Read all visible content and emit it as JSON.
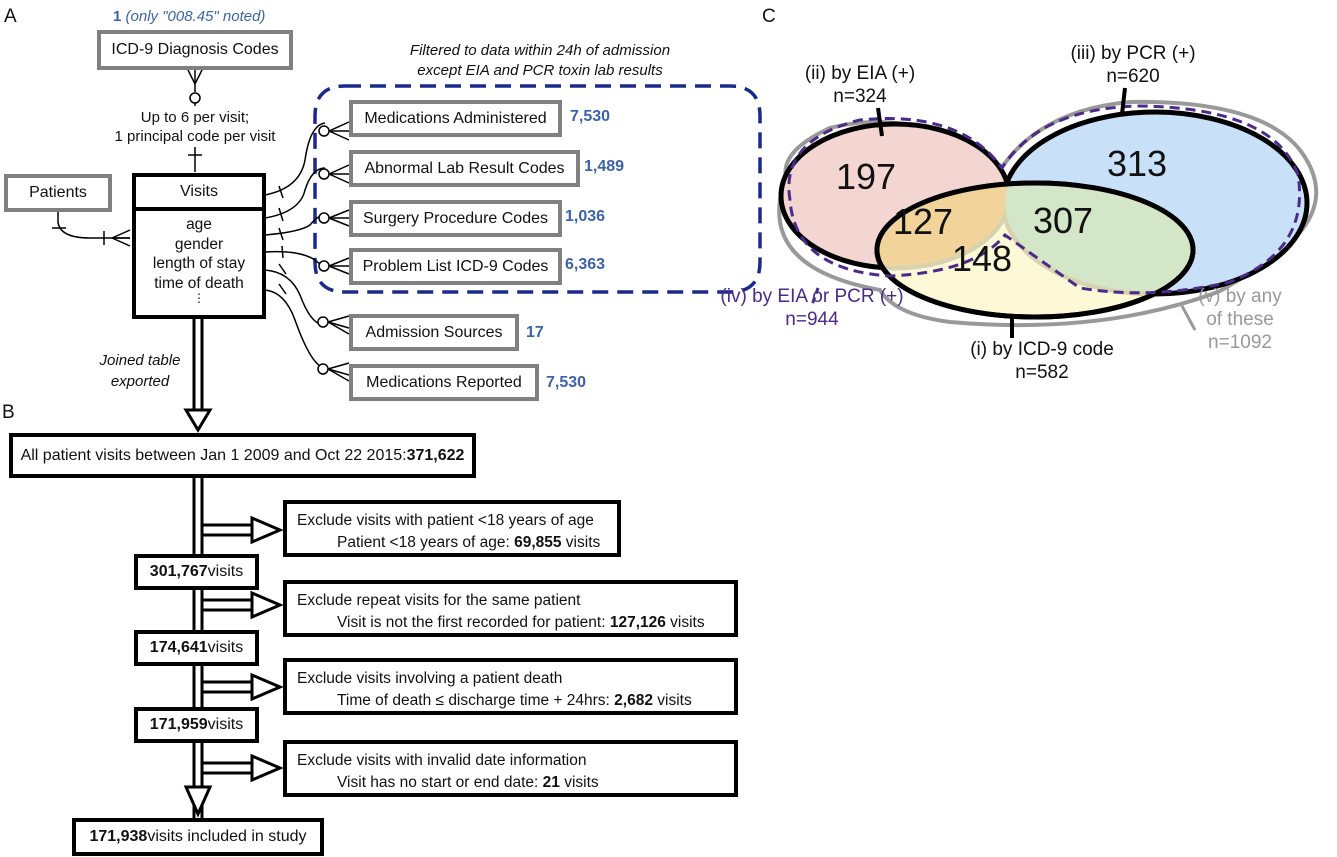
{
  "panels": {
    "a": "A",
    "b": "B",
    "c": "C"
  },
  "panel_a": {
    "icd9_note_count": "1",
    "icd9_note_text": "(only \"008.45\" noted)",
    "icd9_box": "ICD-9 Diagnosis Codes",
    "relation_note_line1": "Up to 6 per visit;",
    "relation_note_line2": "1 principal code per visit",
    "patients_box": "Patients",
    "visits_header": "Visits",
    "visits_fields": [
      "age",
      "gender",
      "length of stay",
      "time of death",
      "⋮"
    ],
    "filter_note_line1": "Filtered to data within 24h of admission",
    "filter_note_line2": "except EIA and PCR toxin lab results",
    "tables": [
      {
        "label": "Medications Administered",
        "count": "7,530"
      },
      {
        "label": "Abnormal Lab Result Codes",
        "count": "1,489"
      },
      {
        "label": "Surgery Procedure Codes",
        "count": "1,036"
      },
      {
        "label": "Problem List ICD-9 Codes",
        "count": "6,363"
      },
      {
        "label": "Admission Sources",
        "count": "17"
      },
      {
        "label": "Medications Reported",
        "count": "7,530"
      }
    ],
    "export_note_line1": "Joined table",
    "export_note_line2": "exported",
    "colors": {
      "count_blue": "#3b63a8",
      "filter_dash": "#1a2a8c",
      "box_gray": "#808080"
    }
  },
  "panel_b": {
    "all_visits_text": "All patient visits between Jan 1 2009 and Oct 22 2015: ",
    "all_visits_count": "371,622",
    "steps": [
      {
        "exclude": "Exclude visits with patient <18 years of age",
        "reason": "Patient <18 years of age: ",
        "excluded": "69,855",
        "unit": " visits",
        "remaining": "301,767",
        "remaining_unit": " visits"
      },
      {
        "exclude": "Exclude repeat visits for the same patient",
        "reason": "Visit is not the first recorded for patient: ",
        "excluded": "127,126",
        "unit": " visits",
        "remaining": "174,641",
        "remaining_unit": " visits"
      },
      {
        "exclude": "Exclude visits involving a patient death",
        "reason": "Time of death ≤ discharge time + 24hrs: ",
        "excluded": "2,682",
        "unit": " visits",
        "remaining": "171,959",
        "remaining_unit": " visits"
      },
      {
        "exclude": "Exclude visits with invalid date information",
        "reason": "Visit has no start or end date: ",
        "excluded": "21",
        "unit": " visits"
      }
    ],
    "final_count": "171,938",
    "final_text": " visits included in study"
  },
  "panel_c": {
    "sets": [
      {
        "id": "ii",
        "label": "(ii) by EIA (+)",
        "n": "n=324",
        "color": "#f3d6d2"
      },
      {
        "id": "iii",
        "label": "(iii) by PCR (+)",
        "n": "n=620",
        "color": "#c9e1f8"
      },
      {
        "id": "i",
        "label": "(i) by ICD-9 code",
        "n": "n=582",
        "color": "#fdf8cf"
      },
      {
        "id": "iv",
        "label": "(iv) by EIA or PCR (+)",
        "n": "n=944",
        "color": "#4b2a8a"
      },
      {
        "id": "v",
        "label": "(v) by any of these",
        "n": "n=1092",
        "color": "#999999"
      }
    ],
    "regions": {
      "eia_only": "197",
      "pcr_only": "313",
      "eia_icd9": "127",
      "pcr_icd9": "307",
      "icd9_only": "148"
    },
    "overlap_colors": {
      "eia_icd9": "#f2d49a",
      "pcr_icd9": "#d4e6c8"
    }
  }
}
